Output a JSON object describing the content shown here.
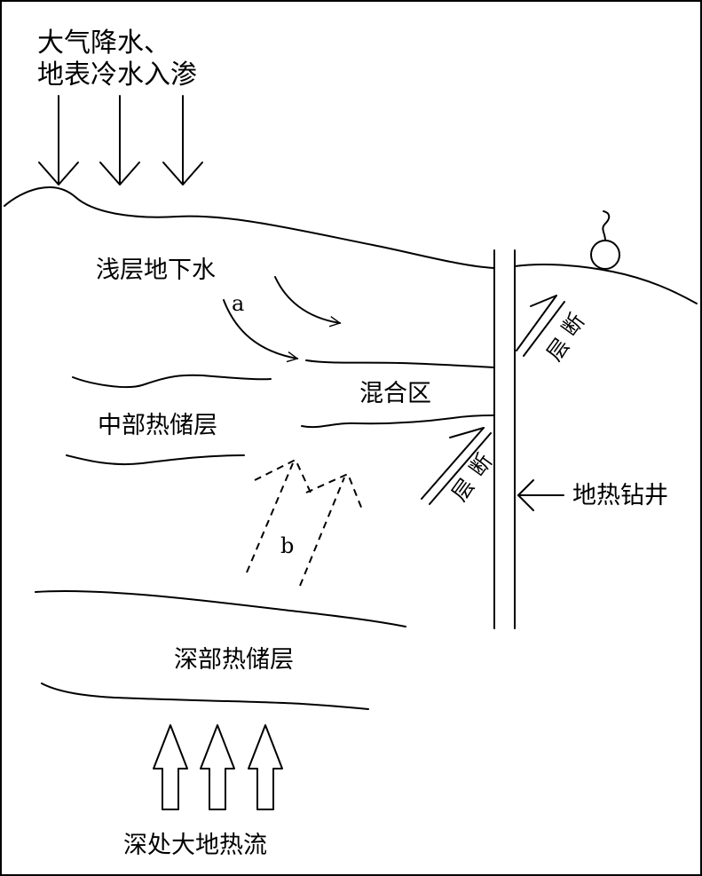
{
  "labels": {
    "precip_line1": "大气降水、",
    "precip_line2": "地表冷水入渗",
    "shallow_groundwater": "浅层地下水",
    "label_a": "a",
    "label_b": "b",
    "fault_char1": "断",
    "fault_char2": "层",
    "mixing_zone": "混合区",
    "middle_reservoir": "中部热储层",
    "deep_reservoir": "深部热储层",
    "geothermal_well": "地热钻井",
    "deep_heat_flow": "深处大地热流"
  }
}
